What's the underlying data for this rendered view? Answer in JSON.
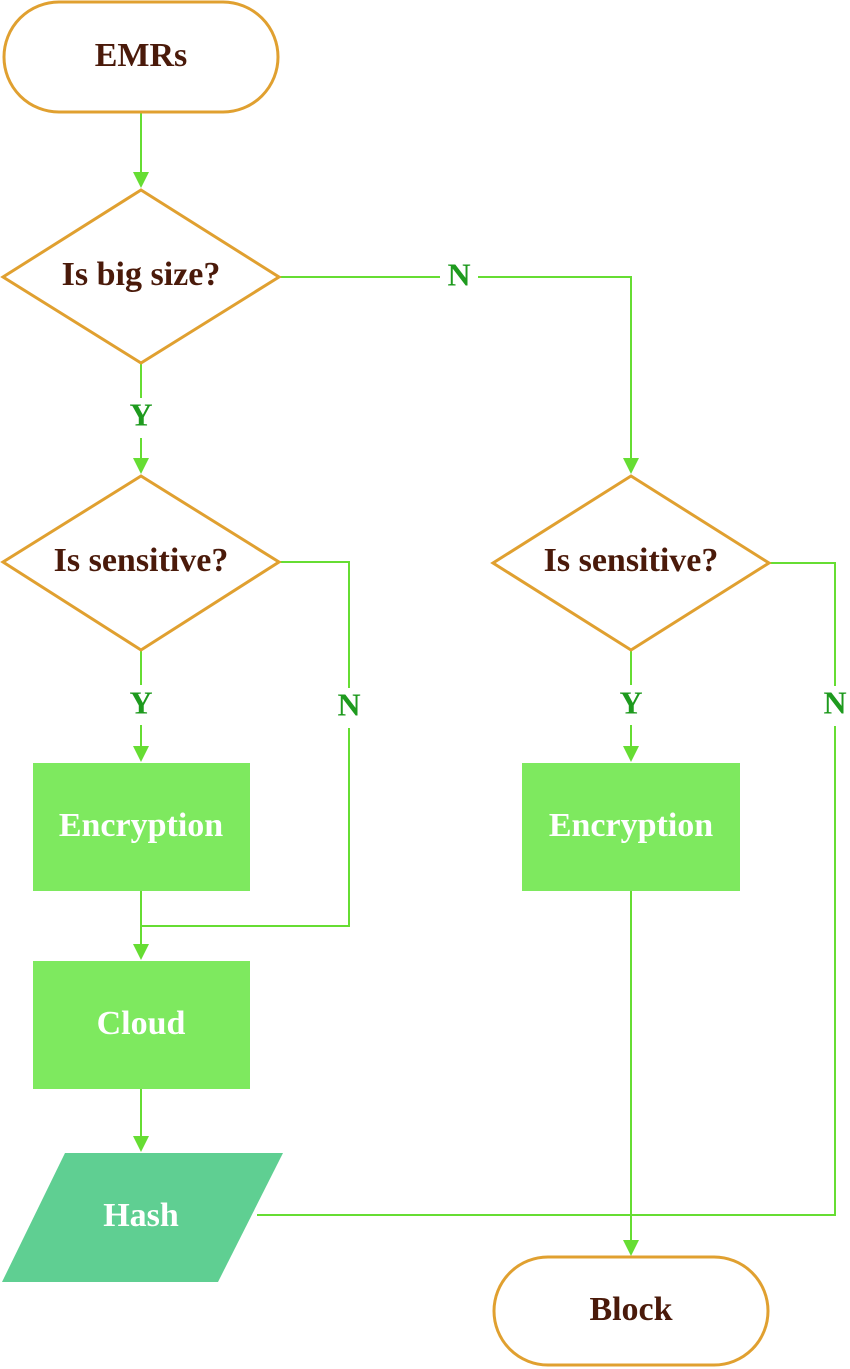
{
  "nodes": {
    "emrs": "EMRs",
    "is_big_size": "Is big size?",
    "is_sensitive_left": "Is sensitive?",
    "is_sensitive_right": "Is sensitive?",
    "encryption_left": "Encryption",
    "encryption_right": "Encryption",
    "cloud": "Cloud",
    "hash": "Hash",
    "block": "Block"
  },
  "edge_labels": {
    "big_size_no": "N",
    "big_size_yes": "Y",
    "sensitive_left_yes": "Y",
    "sensitive_left_no": "N",
    "sensitive_right_yes": "Y",
    "sensitive_right_no": "N"
  },
  "colors": {
    "outline": "#E0A030",
    "connector": "#66DD33",
    "process_fill": "#7EE95F",
    "hash_fill": "#5FCF92",
    "dark_text": "#4A1A0A",
    "label_text": "#1E9A1E"
  }
}
